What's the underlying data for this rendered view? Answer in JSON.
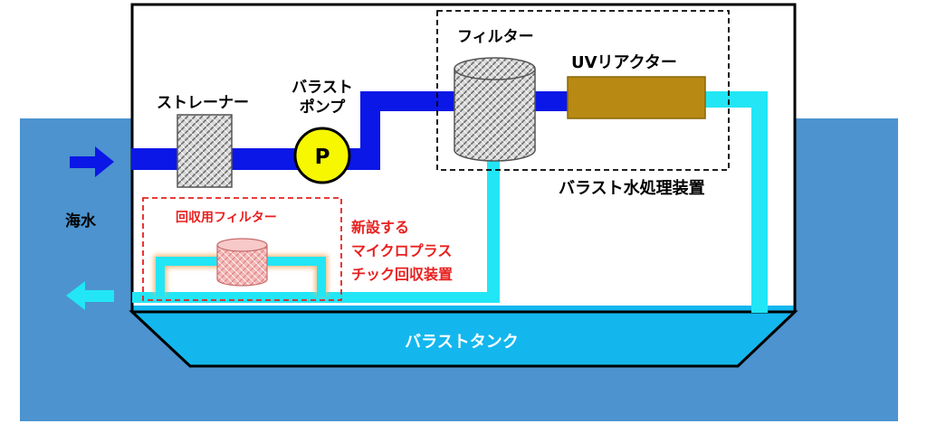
{
  "labels": {
    "seawater": "海水",
    "strainer": "ストレーナー",
    "ballast_pump_line1": "バラスト",
    "ballast_pump_line2": "ポンプ",
    "pump_symbol": "P",
    "filter": "フィルター",
    "uv_reactor": "UVリアクター",
    "ballast_water_treatment": "バラスト水処理装置",
    "recovery_filter": "回収用フィルター",
    "new_device_line1": "新設する",
    "new_device_line2": "マイクロプラス",
    "new_device_line3": "チック回収装置",
    "ballast_tank": "バラストタンク"
  },
  "colors": {
    "sea": "#4c93cf",
    "intake_pipe": "#0b17e6",
    "outflow_pipe": "#22e6f5",
    "tank_water": "#13b7ee",
    "pump": "#f7f700",
    "uv_reactor": "#b88a13",
    "red_highlight": "#e8201f"
  }
}
